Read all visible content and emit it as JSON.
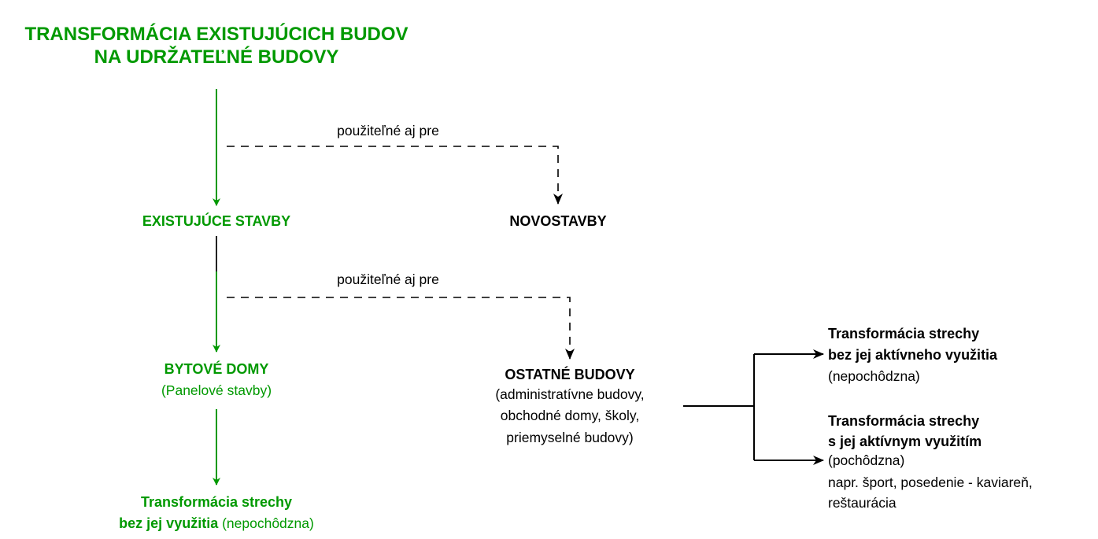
{
  "colors": {
    "accent": "#009900",
    "text": "#000000"
  },
  "title": {
    "line1": "TRANSFORMÁCIA EXISTUJÚCICH BUDOV",
    "line2": "NA UDRŽATEĽNÉ BUDOVY"
  },
  "edge_labels": {
    "usable_1": "použiteľné aj pre",
    "usable_2": "použiteľné aj pre"
  },
  "nodes": {
    "existing": "EXISTUJÚCE STAVBY",
    "new_buildings": "NOVOSTAVBY",
    "residential": {
      "title": "BYTOVÉ DOMY",
      "subtitle": "(Panelové stavby)"
    },
    "residential_roof": {
      "line1": "Transformácia strechy",
      "line2_bold": "bez jej využitia",
      "line2_note": " (nepochôdzna)"
    },
    "other": {
      "title": "OSTATNÉ BUDOVY",
      "line1": "(administratívne budovy,",
      "line2": "obchodné domy, školy,",
      "line3": "priemyselné budovy)"
    },
    "roof_passive": {
      "line1": "Transformácia strechy",
      "line2": "bez jej aktívneho využitia",
      "line3": "(nepochôdzna)"
    },
    "roof_active": {
      "line1": "Transformácia strechy",
      "line2": "s jej aktívnym využitím",
      "line3": "(pochôdzna)",
      "line4": "napr. šport, posedenie - kaviareň,",
      "line5": "reštaurácia"
    }
  }
}
